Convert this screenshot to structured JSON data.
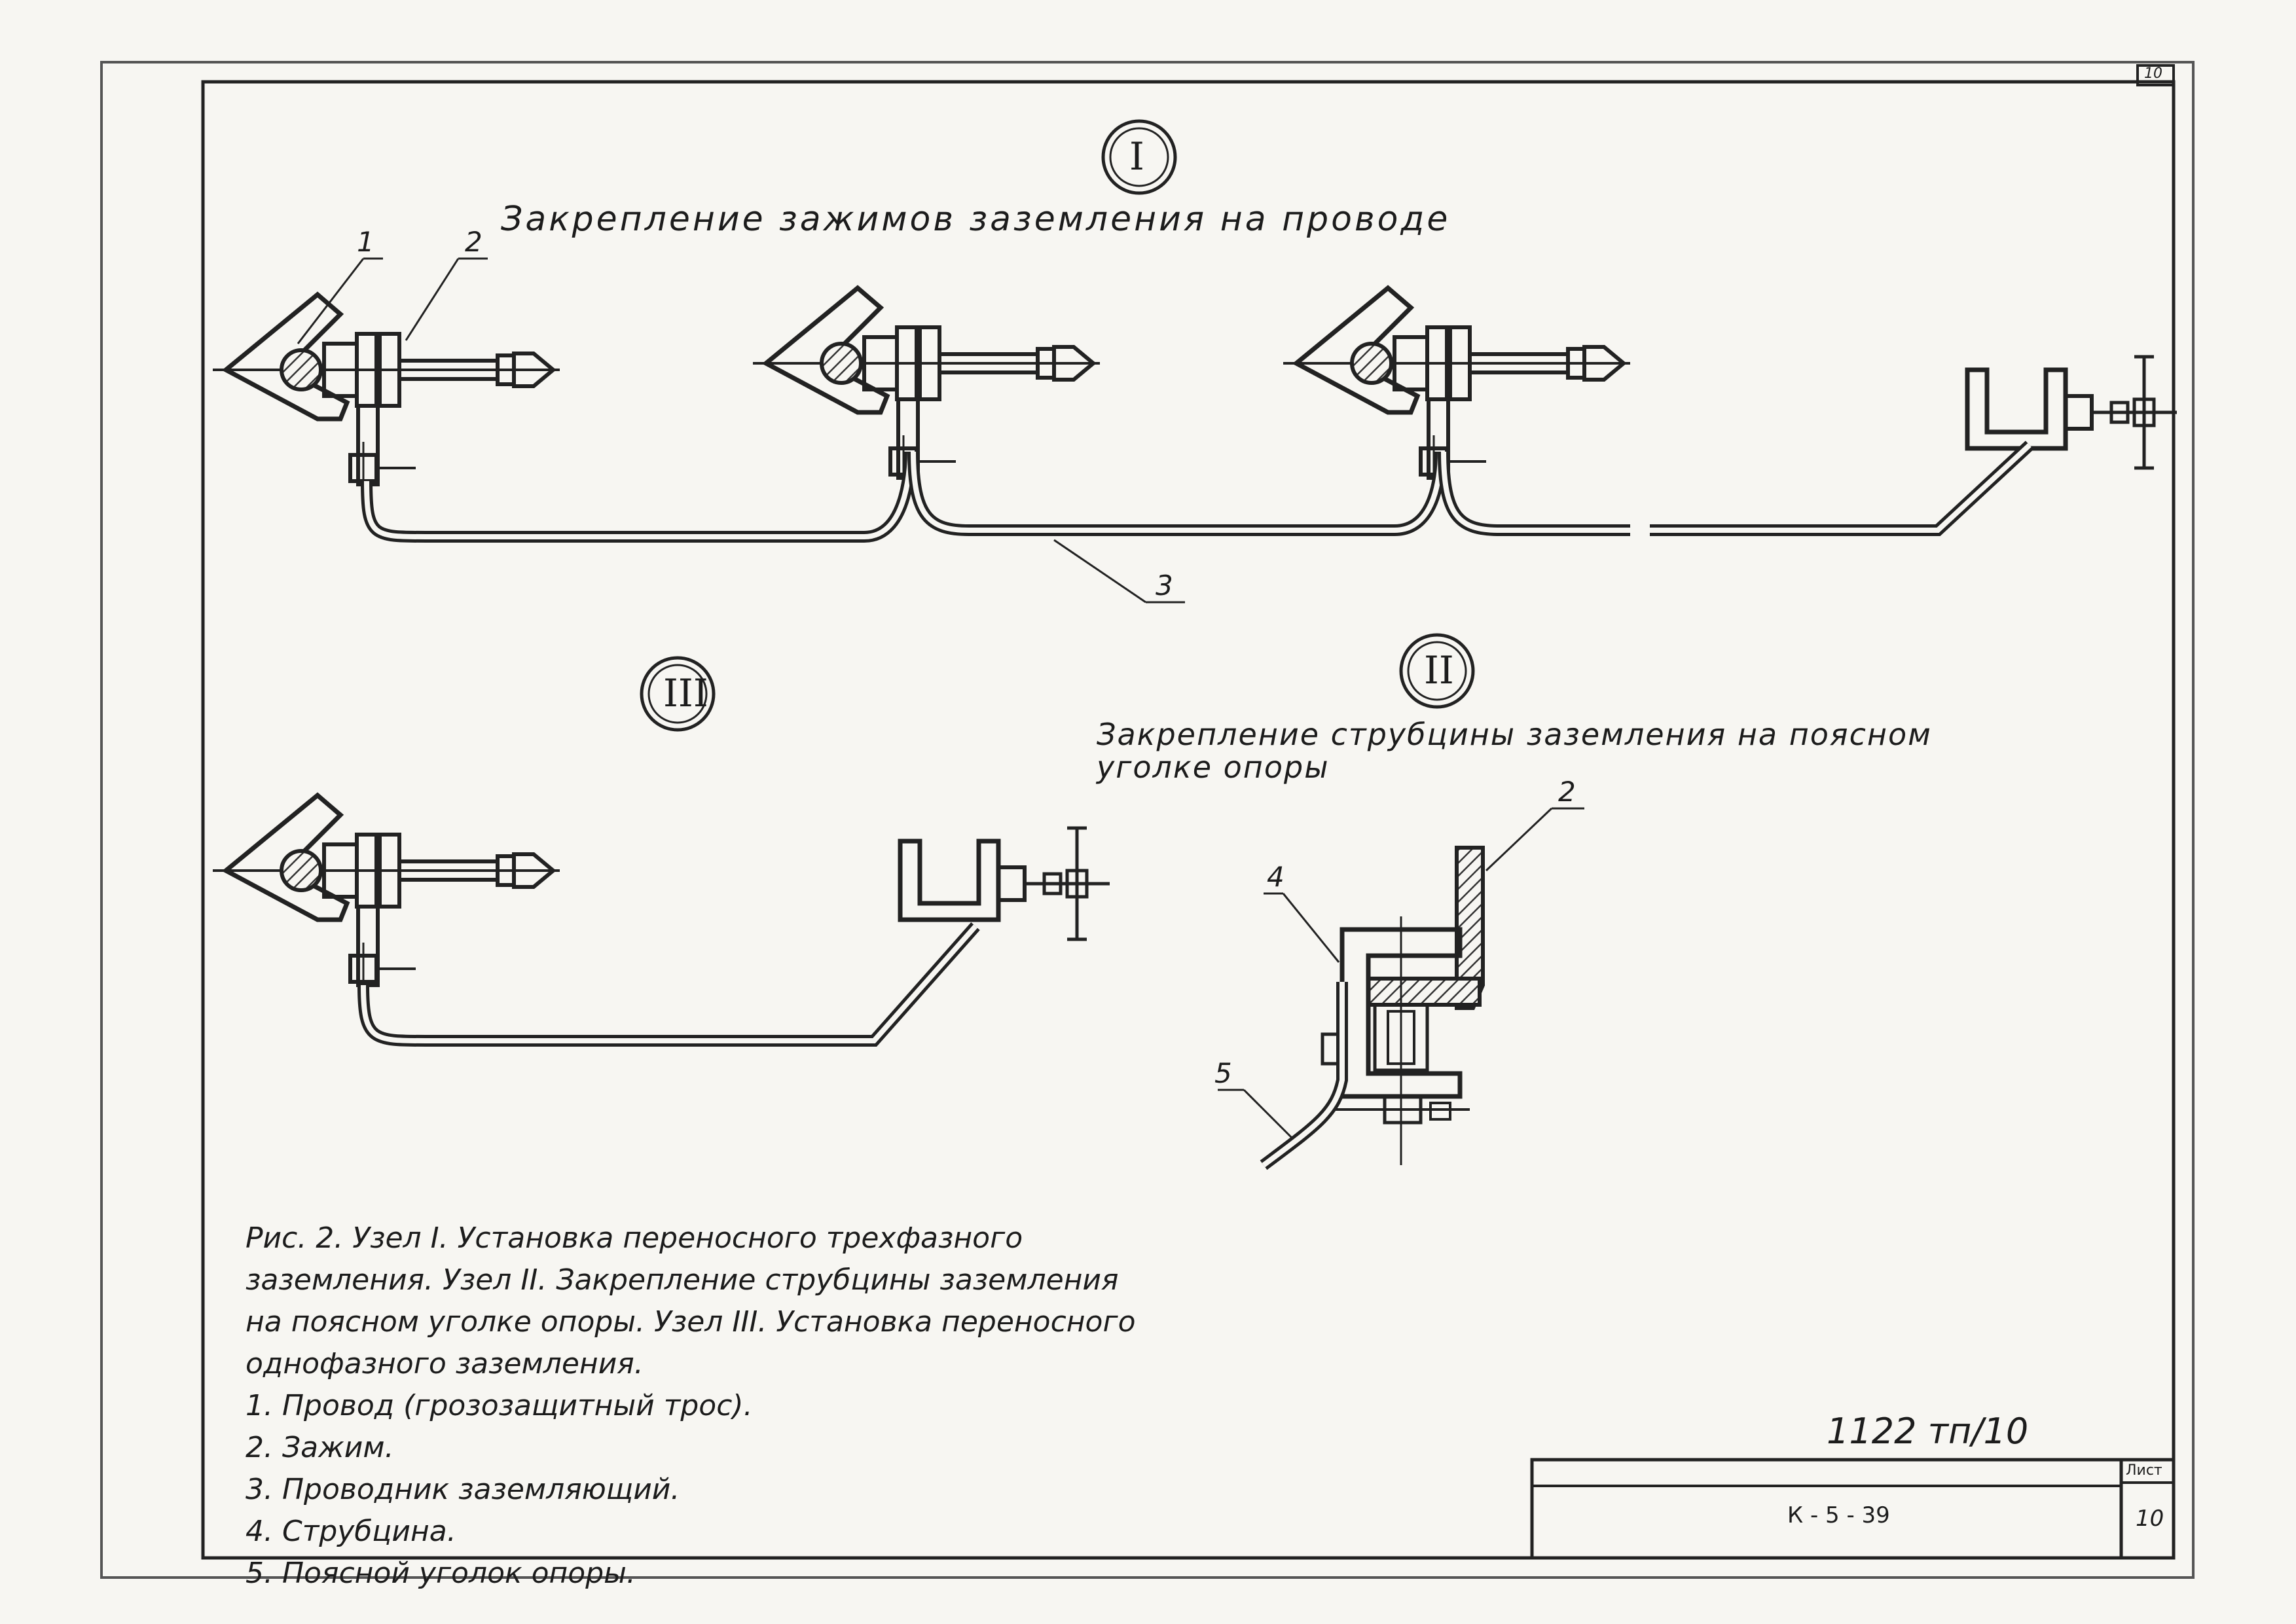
{
  "drawing": {
    "corner_sheet_mark": "10",
    "node_labels": {
      "node1": "I",
      "node2": "II",
      "node3": "III"
    },
    "title_node1": "Закрепление зажимов заземления на проводе",
    "title_node2_line1": "Закрепление струбцины заземления на поясном",
    "title_node2_line2": "уголке опоры",
    "callouts": {
      "c1": "1",
      "c2": "2",
      "c3": "3",
      "c4": "4",
      "c5": "5"
    },
    "caption": [
      "Рис. 2. Узел I. Установка переносного трехфазного",
      "заземления. Узел II. Закрепление струбцины заземления",
      "на поясном уголке опоры. Узел III. Установка переносного",
      "однофазного заземления.",
      "1. Провод (грозозащитный трос).",
      "2. Зажим.",
      "3. Проводник заземляющий.",
      "4. Струбцина.",
      "5. Поясной уголок опоры."
    ],
    "doc_number": "1122 тп/10",
    "stamp": {
      "code": "К - 5 - 39",
      "sheet_label": "Лист",
      "sheet_number": "10"
    }
  }
}
